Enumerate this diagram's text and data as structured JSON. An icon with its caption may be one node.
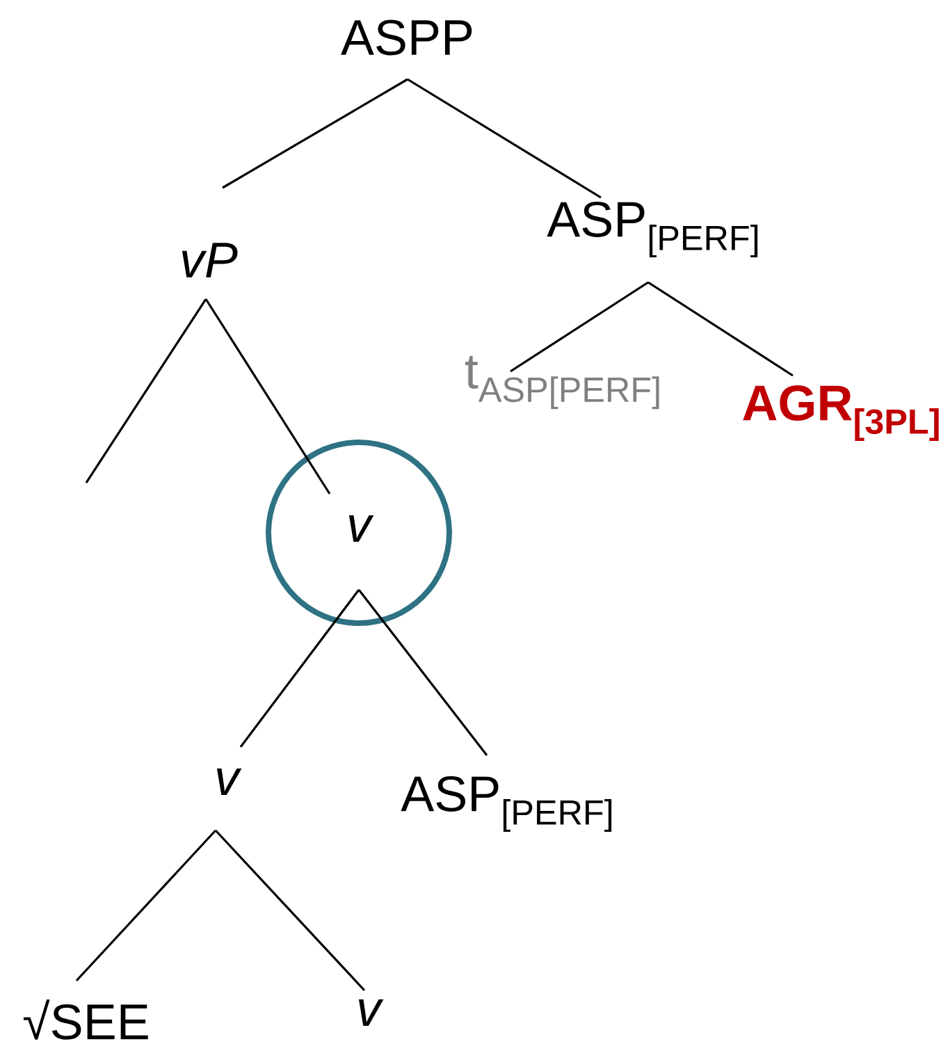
{
  "diagram": {
    "nodes": [
      {
        "text": [
          "ASPP"
        ]
      },
      {
        "text": [
          "vP"
        ]
      },
      {
        "text": [
          "ASP$_{[PERF]}$"
        ]
      },
      {
        "text": [
          "t$_{ASP[PERF]}$"
        ]
      },
      {
        "text": [
          "AGR$_{[3PL]}$"
        ]
      },
      {
        "text": [
          "v"
        ]
      },
      {
        "text": [
          "v"
        ]
      },
      {
        "text": [
          "ASP$_{[PERF]}$"
        ]
      },
      {
        "text": [
          "√SEE"
        ]
      },
      {
        "text": [
          "v"
        ]
      }
    ],
    "edges": [
      {
        "from": 0,
        "to": 1,
        "arrow": "none"
      },
      {
        "from": 0,
        "to": 2,
        "arrow": "none"
      },
      {
        "from": 1,
        "to": null,
        "arrow": "none"
      },
      {
        "from": 1,
        "to": 5,
        "arrow": "none"
      },
      {
        "from": 2,
        "to": 3,
        "arrow": "none"
      },
      {
        "from": 2,
        "to": 4,
        "arrow": "none"
      },
      {
        "from": 5,
        "to": 6,
        "arrow": "none"
      },
      {
        "from": 5,
        "to": 7,
        "arrow": "none"
      },
      {
        "from": 6,
        "to": 8,
        "arrow": "none"
      },
      {
        "from": 6,
        "to": 9,
        "arrow": "none"
      }
    ]
  }
}
